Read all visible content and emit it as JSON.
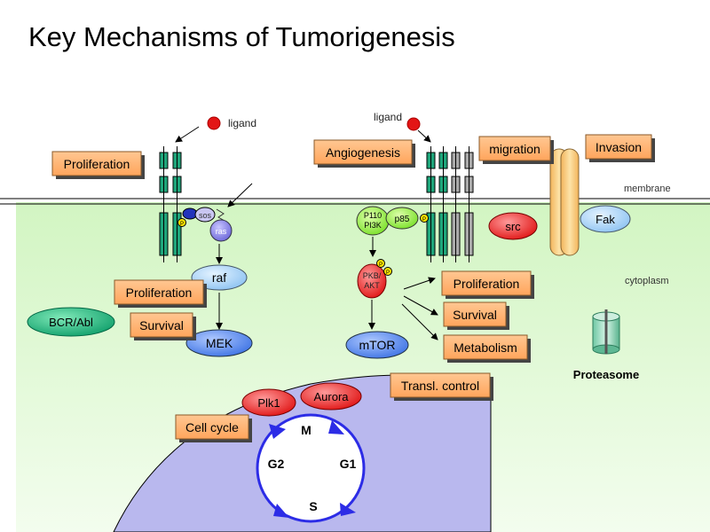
{
  "title": "Key Mechanisms of Tumorigenesis",
  "colors": {
    "background": "#ffffff",
    "cytoplasm": "#d7f7c8",
    "nucleus": "#b7b6ec",
    "box_fill": "#ffb477",
    "receptor_green": "#1fa67b",
    "receptor_gray": "#aaaaaa",
    "red_node": "#e81c1c",
    "blue_node": "#4f86ea",
    "light_blue_node": "#a9d3f5",
    "cycle_blue": "#2c2ce6"
  },
  "labels": {
    "ligand_left": "ligand",
    "ligand_right": "ligand",
    "membrane": "membrane",
    "cytoplasm": "cytoplasm",
    "proteasome": "Proteasome"
  },
  "boxes": {
    "proliferation_top": "Proliferation",
    "angiogenesis": "Angiogenesis",
    "migration": "migration",
    "invasion": "Invasion",
    "proliferation_mid": "Proliferation",
    "survival_left": "Survival",
    "proliferation_right": "Proliferation",
    "survival_right": "Survival",
    "metabolism": "Metabolism",
    "transl_control": "Transl. control",
    "cell_cycle": "Cell cycle"
  },
  "nodes": {
    "sos": "sos",
    "ras": "ras",
    "p_marker": "P",
    "raf": "raf",
    "mek": "MEK",
    "bcr_abl": "BCR/Abl",
    "p110": "P110",
    "pi3k": "PI3K",
    "p85": "p85",
    "pkb": "PKB/",
    "akt": "AKT",
    "mtor": "mTOR",
    "src": "src",
    "fak": "Fak",
    "plk1": "Plk1",
    "aurora": "Aurora"
  },
  "cell_cycle_phases": {
    "m": "M",
    "g1": "G1",
    "s": "S",
    "g2": "G2"
  }
}
